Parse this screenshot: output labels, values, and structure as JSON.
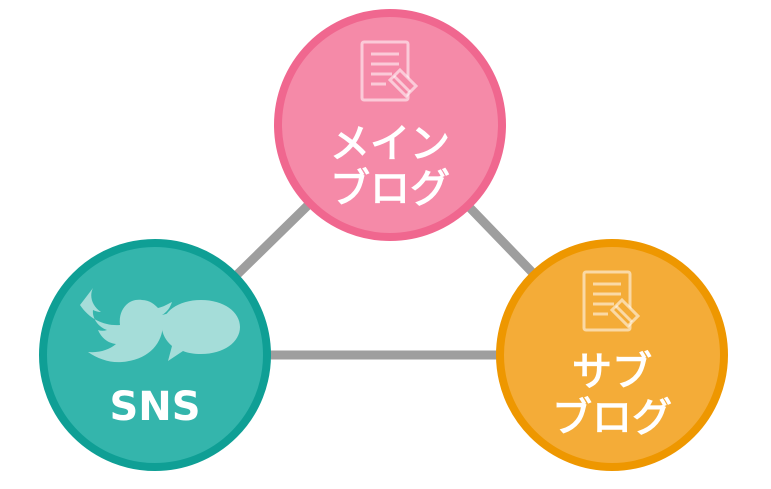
{
  "nodes": {
    "main_blog": {
      "line1": "メイン",
      "line2": "ブログ",
      "icon": "document-pencil-icon",
      "fill": "#f58aa8",
      "border": "#f0678f"
    },
    "sub_blog": {
      "line1": "サブ",
      "line2": "ブログ",
      "icon": "document-pencil-icon",
      "fill": "#f4ac38",
      "border": "#ee9700"
    },
    "sns": {
      "label": "SNS",
      "icons": [
        "twitter-bird-icon",
        "speech-bubble-icon"
      ],
      "fill": "#34b5ac",
      "border": "#0f9f95"
    }
  },
  "connectors": {
    "color": "#9e9e9e"
  }
}
